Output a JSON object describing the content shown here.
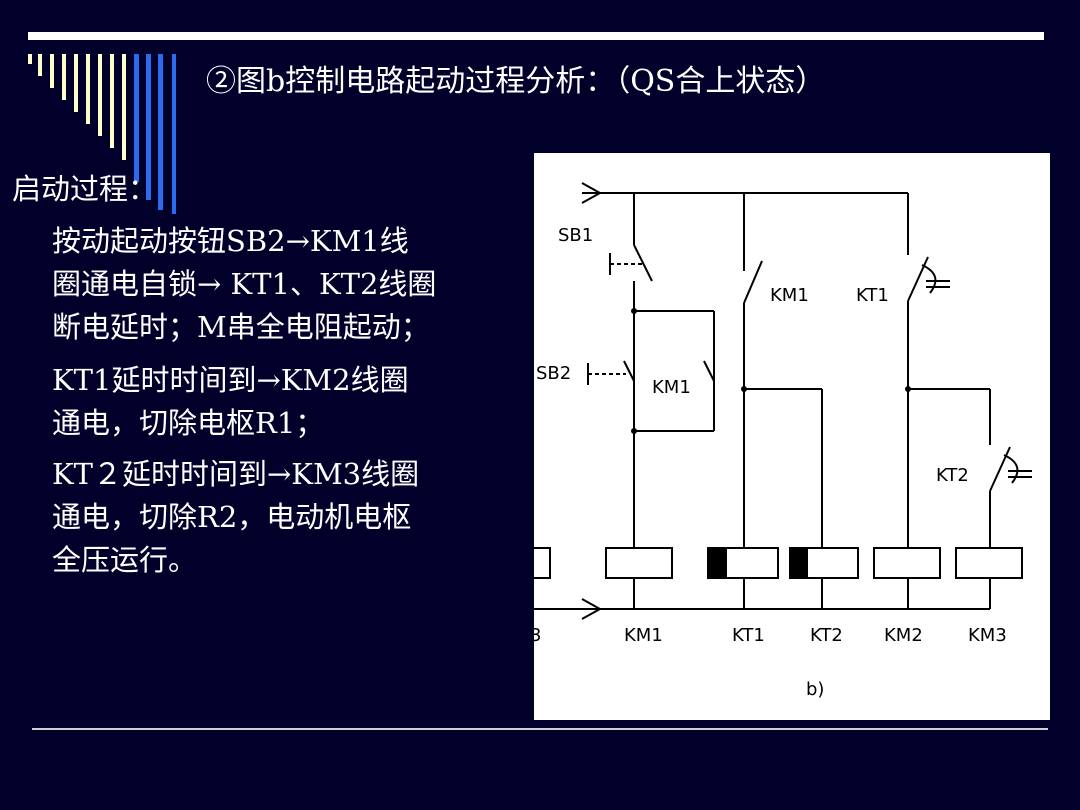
{
  "title": "②图b控制电路起动过程分析：（QS合上状态）",
  "heading": "启动过程：",
  "paragraphs": [
    [
      "  按动起动按钮SB2→KM1线",
      "圈通电自锁→ KT1、KT2线圈",
      "断电延时；M串全电阻起动；"
    ],
    [
      " KT1延时时间到→KM2线圈",
      "通电，切除电枢R1；"
    ],
    [
      " KT２延时时间到→KM3线圈",
      "通电，切除R2，电动机电枢",
      "全压运行。"
    ]
  ],
  "diagram": {
    "contact_labels": [
      "SB1",
      "SB2",
      "KM1",
      "KM1",
      "KT1",
      "KT2"
    ],
    "coil_labels": [
      "KM1",
      "KT1",
      "KT2",
      "KM2",
      "KM3"
    ],
    "edge_label": "3",
    "caption": "b)"
  },
  "colors": {
    "background": "#00002a",
    "text": "#ffffff",
    "stripe_light": "#ffffcc",
    "stripe_blue": "#2a6cf0"
  }
}
